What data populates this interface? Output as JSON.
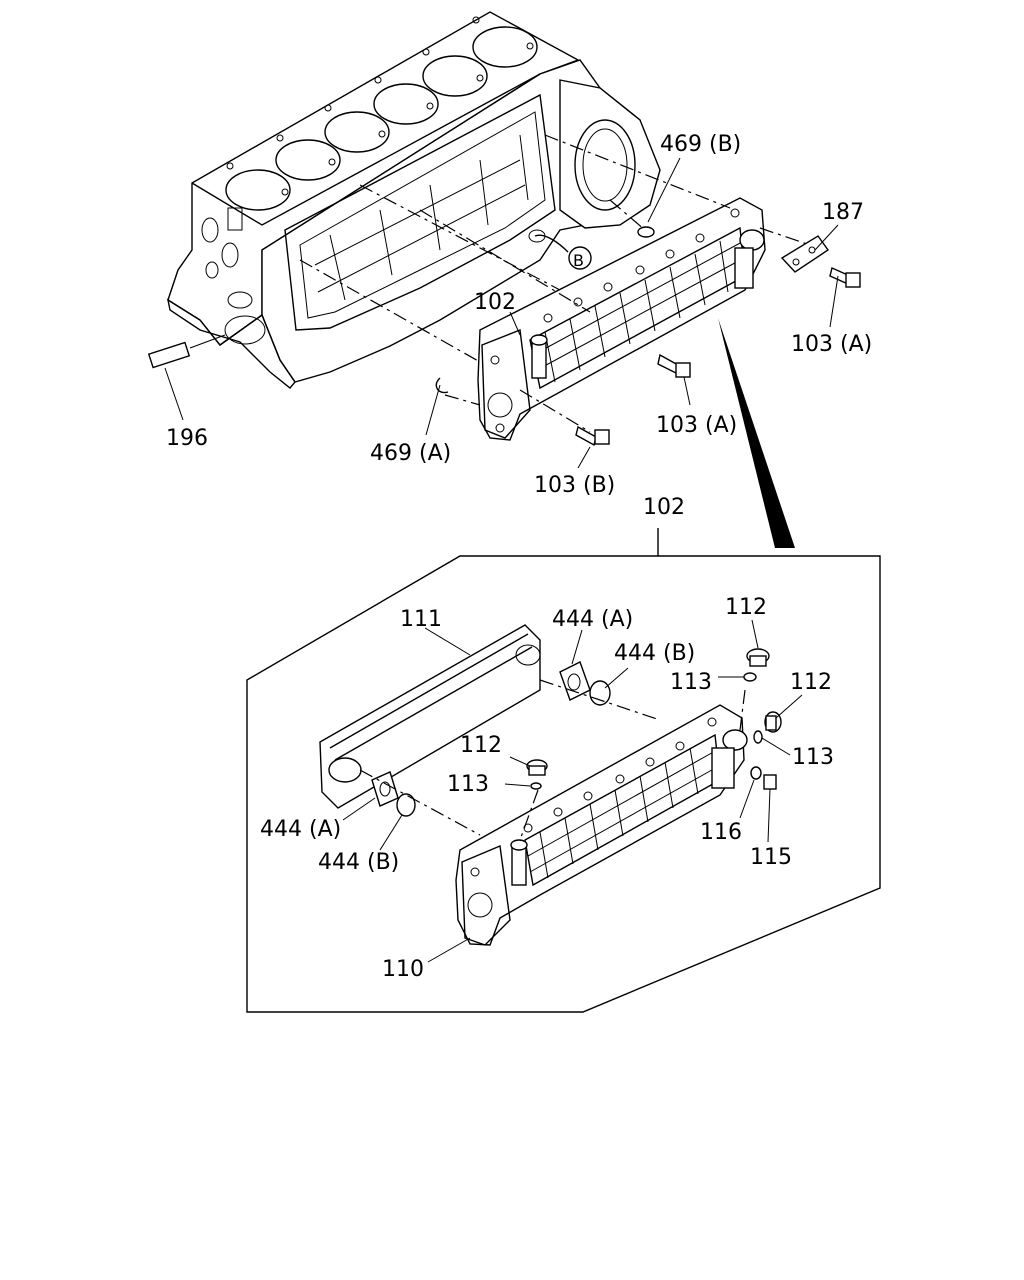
{
  "labels": {
    "l469b": "469 (B)",
    "l187": "187",
    "l102a": "102",
    "l103a_right": "103 (A)",
    "l103a_mid": "103 (A)",
    "l196": "196",
    "l469a": "469 (A)",
    "l103b": "103 (B)",
    "l102b": "102",
    "l111": "111",
    "l444a_top": "444 (A)",
    "l444b_top": "444 (B)",
    "l112_top": "112",
    "l113_top": "113",
    "l112_right": "112",
    "l113_right": "113",
    "l112_mid": "112",
    "l113_mid": "113",
    "l444a_left": "444 (A)",
    "l444b_left": "444 (B)",
    "l116": "116",
    "l115": "115",
    "l110": "110",
    "callout_b": "B"
  }
}
